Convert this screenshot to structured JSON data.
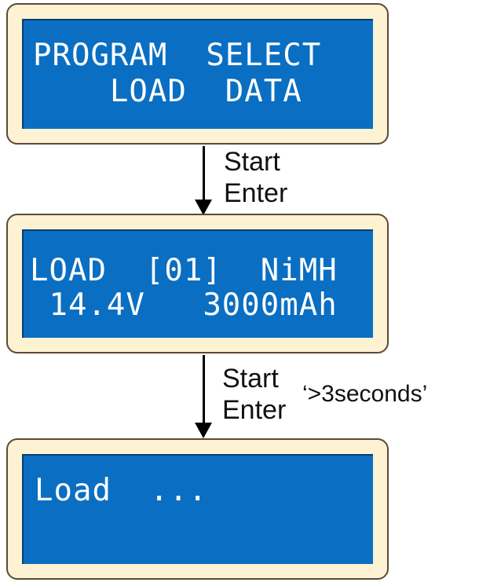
{
  "screens": [
    {
      "line1": "PROGRAM  SELECT",
      "line2": "    LOAD  DATA"
    },
    {
      "line1": "LOAD  [01]  NiMH",
      "line2": " 14.4V   3000mAh"
    },
    {
      "line1": "Load  ...",
      "line2": ""
    }
  ],
  "steps": [
    {
      "label1": "Start",
      "label2": "Enter",
      "note": ""
    },
    {
      "label1": "Start",
      "label2": "Enter",
      "note": "‘>3seconds’"
    }
  ],
  "colors": {
    "lcd_background": "#0a6fc2",
    "frame_background": "#fdf2d2",
    "lcd_text": "#ffffff"
  }
}
